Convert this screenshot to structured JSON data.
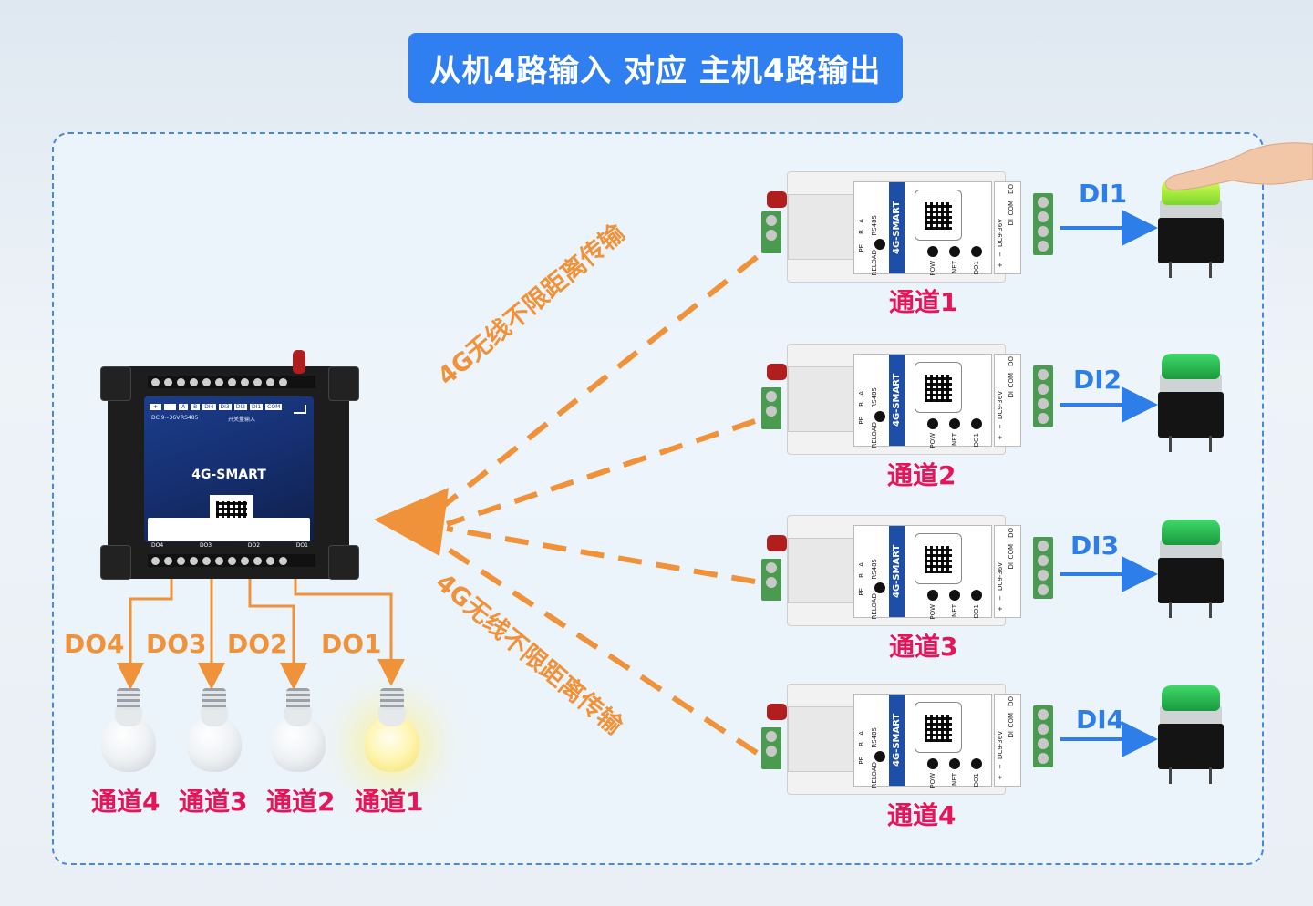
{
  "title": "从机4路输入 对应 主机4路输出",
  "master": {
    "name": "4G-SMART",
    "face_top_labels": [
      "+",
      "−",
      "A",
      "B",
      "DI4",
      "DI3",
      "DI2",
      "DI1",
      "COM"
    ],
    "face_power": "DC 9~36V",
    "face_rs485": "RS485",
    "face_input": "开关量输入",
    "face_do_labels": [
      "DO4",
      "DO3",
      "DO2",
      "DO1"
    ]
  },
  "wireless_label": "4G无线不限距离传输",
  "outputs": [
    {
      "do": "DO4",
      "channel": "通道4",
      "lit": false
    },
    {
      "do": "DO3",
      "channel": "通道3",
      "lit": false
    },
    {
      "do": "DO2",
      "channel": "通道2",
      "lit": false
    },
    {
      "do": "DO1",
      "channel": "通道1",
      "lit": true
    }
  ],
  "slaves": [
    {
      "channel": "通道1",
      "di": "DI1",
      "pressed": true
    },
    {
      "channel": "通道2",
      "di": "DI2",
      "pressed": false
    },
    {
      "channel": "通道3",
      "di": "DI3",
      "pressed": false
    },
    {
      "channel": "通道4",
      "di": "DI4",
      "pressed": false
    }
  ],
  "slave_module": {
    "name": "4G-SMART",
    "rs485": "RS485",
    "pe_b_a": [
      "PE",
      "B",
      "A"
    ],
    "reload": "RELOAD",
    "leds": [
      "POW",
      "NET",
      "DO1"
    ],
    "power": "DC9-36V",
    "terms": [
      "DI",
      "COM",
      "DO"
    ],
    "plus_minus": [
      "+",
      "−"
    ]
  },
  "colors": {
    "title_bg": "#2f7ff0",
    "orange": "#f0923a",
    "blue_arrow": "#2d7ee8",
    "channel_text": "#e6155a",
    "panel_border": "#4a86e6"
  }
}
